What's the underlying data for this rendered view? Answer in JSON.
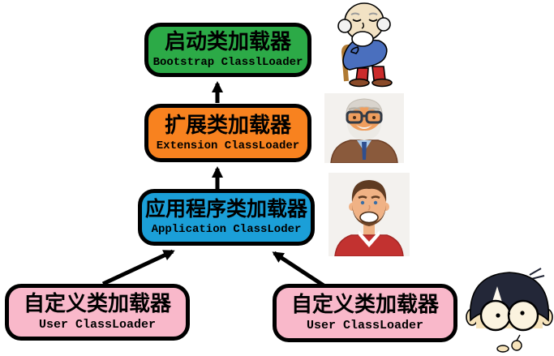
{
  "diagram_title": "Java ClassLoader hierarchy",
  "nodes": {
    "bootstrap": {
      "zh": "启动类加载器",
      "en": "Bootstrap ClasslLoader",
      "color": "#2caa47"
    },
    "extension": {
      "zh": "扩展类加载器",
      "en": "Extension ClassLoader",
      "color": "#f8821f"
    },
    "application": {
      "zh": "应用程序类加载器",
      "en": "Application ClassLoder",
      "color": "#1b9fd8"
    },
    "user_left": {
      "zh": "自定义类加载器",
      "en": "User ClassLoader",
      "color": "#f9b8ca"
    },
    "user_right": {
      "zh": "自定义类加载器",
      "en": "User ClassLoader",
      "color": "#f9b8ca"
    }
  },
  "arrows": [
    {
      "from": "extension",
      "to": "bootstrap"
    },
    {
      "from": "application",
      "to": "extension"
    },
    {
      "from": "user_left",
      "to": "application"
    },
    {
      "from": "user_right",
      "to": "application"
    }
  ],
  "figures": {
    "old_man": "old man with white beard, blue shirt, red pants and cane",
    "senior_man": "senior man with gray hair, glasses, white beard and brown blazer",
    "young_man": "smiling young bearded man in red sweater",
    "peeking_boy": "boy with bowl-cut hair and big round glasses peeking up"
  },
  "colors": {
    "background": "#ffffff",
    "border": "#000000",
    "bootstrap_green": "#2caa47",
    "extension_orange": "#f8821f",
    "application_blue": "#1b9fd8",
    "user_pink": "#f9b8ca"
  }
}
